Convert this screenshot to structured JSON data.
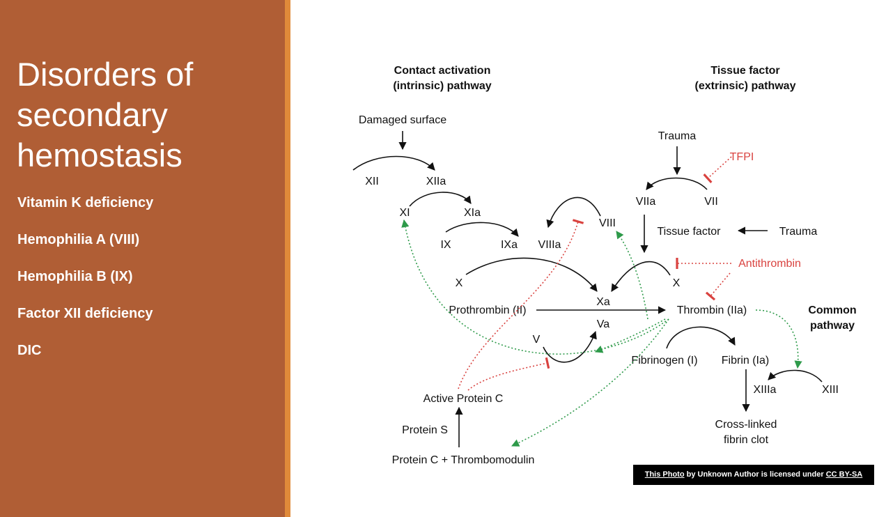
{
  "slide": {
    "title": "Disorders of secondary hemostasis",
    "bullets": [
      "Vitamin K deficiency",
      "Hemophilia A (VIII)",
      "Hemophilia B (IX)",
      "Factor XII deficiency",
      "DIC"
    ]
  },
  "diagram": {
    "header_contact_1": "Contact activation",
    "header_contact_2": "(intrinsic) pathway",
    "header_tissue_1": "Tissue factor",
    "header_tissue_2": "(extrinsic) pathway",
    "header_common_1": "Common",
    "header_common_2": "pathway",
    "damaged_surface": "Damaged surface",
    "xii": "XII",
    "xiia": "XIIa",
    "xi": "XI",
    "xia": "XIa",
    "ix": "IX",
    "ixa": "IXa",
    "viiia": "VIIIa",
    "viii": "VIII",
    "x_left": "X",
    "xa": "Xa",
    "prothrombin": "Prothrombin (II)",
    "thrombin": "Thrombin (IIa)",
    "va": "Va",
    "v": "V",
    "fibrinogen": "Fibrinogen (I)",
    "fibrin": "Fibrin (Ia)",
    "xiiia": "XIIIa",
    "xiii": "XIII",
    "crosslinked_1": "Cross-linked",
    "crosslinked_2": "fibrin clot",
    "active_protein_c": "Active Protein C",
    "protein_s": "Protein S",
    "protein_c_tm": "Protein C + Thrombomodulin",
    "trauma_top": "Trauma",
    "tfpi": "TFPI",
    "viia": "VIIa",
    "vii": "VII",
    "tissue_factor": "Tissue factor",
    "trauma_right": "Trauma",
    "x_right": "X",
    "antithrombin": "Antithrombin"
  },
  "credit": {
    "photo_link": "This Photo",
    "middle": " by Unknown Author is licensed under ",
    "license_link": "CC BY-SA"
  },
  "colors": {
    "panel": "#b05e35",
    "accent_bar": "#e08a3a",
    "inhibition_red": "#d9423f",
    "feedback_green": "#2e9a4a"
  }
}
